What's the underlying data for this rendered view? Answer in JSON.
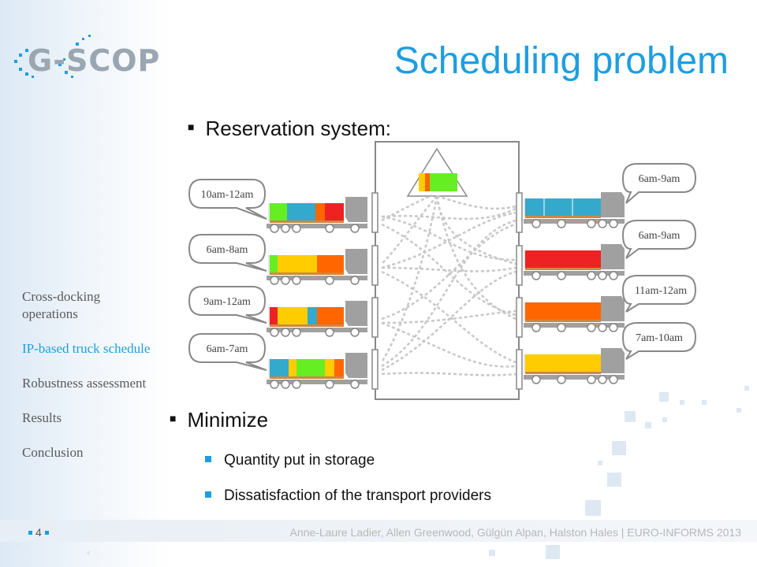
{
  "slide": {
    "logo_text": "G-SCOP",
    "title": "Scheduling problem",
    "reservation_label": "Reservation system:",
    "minimize_label": "Minimize",
    "objectives": [
      "Quantity put in storage",
      "Dissatisfaction of the transport providers"
    ],
    "page_number": "4",
    "footer": "Anne-Laure Ladier, Allen Greenwood, Gülgün Alpan, Halston Hales  |  EURO-INFORMS 2013"
  },
  "sidebar": {
    "items": [
      {
        "label": "Cross-docking operations",
        "active": false
      },
      {
        "label": "IP-based truck schedule",
        "active": true
      },
      {
        "label": "Robustness assessment",
        "active": false
      },
      {
        "label": "Results",
        "active": false
      },
      {
        "label": "Conclusion",
        "active": false
      }
    ]
  },
  "diagram": {
    "inbound_windows": [
      "10am-12am",
      "6am-8am",
      "9am-12am",
      "6am-7am"
    ],
    "outbound_windows": [
      "6am-9am",
      "6am-9am",
      "11am-12am",
      "7am-10am"
    ]
  },
  "colors": {
    "accent": "#1e9ee0",
    "green": "#66ee22",
    "blue": "#33aacc",
    "orange": "#ff6600",
    "red": "#ee2222",
    "yellow": "#ffcc00",
    "truck_gray": "#a0a0a0"
  },
  "icons": [
    "truck-icon",
    "pallet-storage-icon",
    "square-bullet-icon"
  ]
}
